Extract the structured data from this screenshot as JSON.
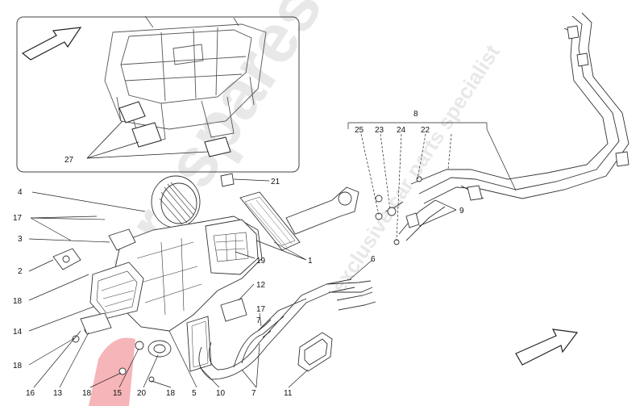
{
  "watermark": {
    "brand": "eurospares",
    "tagline": "exclusive car parts specialist",
    "color": "#cfcfcf",
    "accent": "#e30613"
  },
  "callouts": {
    "c1": "1",
    "c2": "2",
    "c3": "3",
    "c4": "4",
    "c5": "5",
    "c6": "6",
    "c7_upper": "7",
    "c7_lower": "7",
    "c8": "8",
    "c9": "9",
    "c10": "10",
    "c11": "11",
    "c12": "12",
    "c13": "13",
    "c14": "14",
    "c15": "15",
    "c16": "16",
    "c17_left": "17",
    "c17_right": "17",
    "c18_a": "18",
    "c18_b": "18",
    "c18_c": "18",
    "c18_d": "18",
    "c19": "19",
    "c20": "20",
    "c21": "21",
    "c22": "22",
    "c23": "23",
    "c24": "24",
    "c25": "25",
    "c27": "27"
  },
  "icons": [
    "arrow-icon",
    "arrow-icon"
  ]
}
